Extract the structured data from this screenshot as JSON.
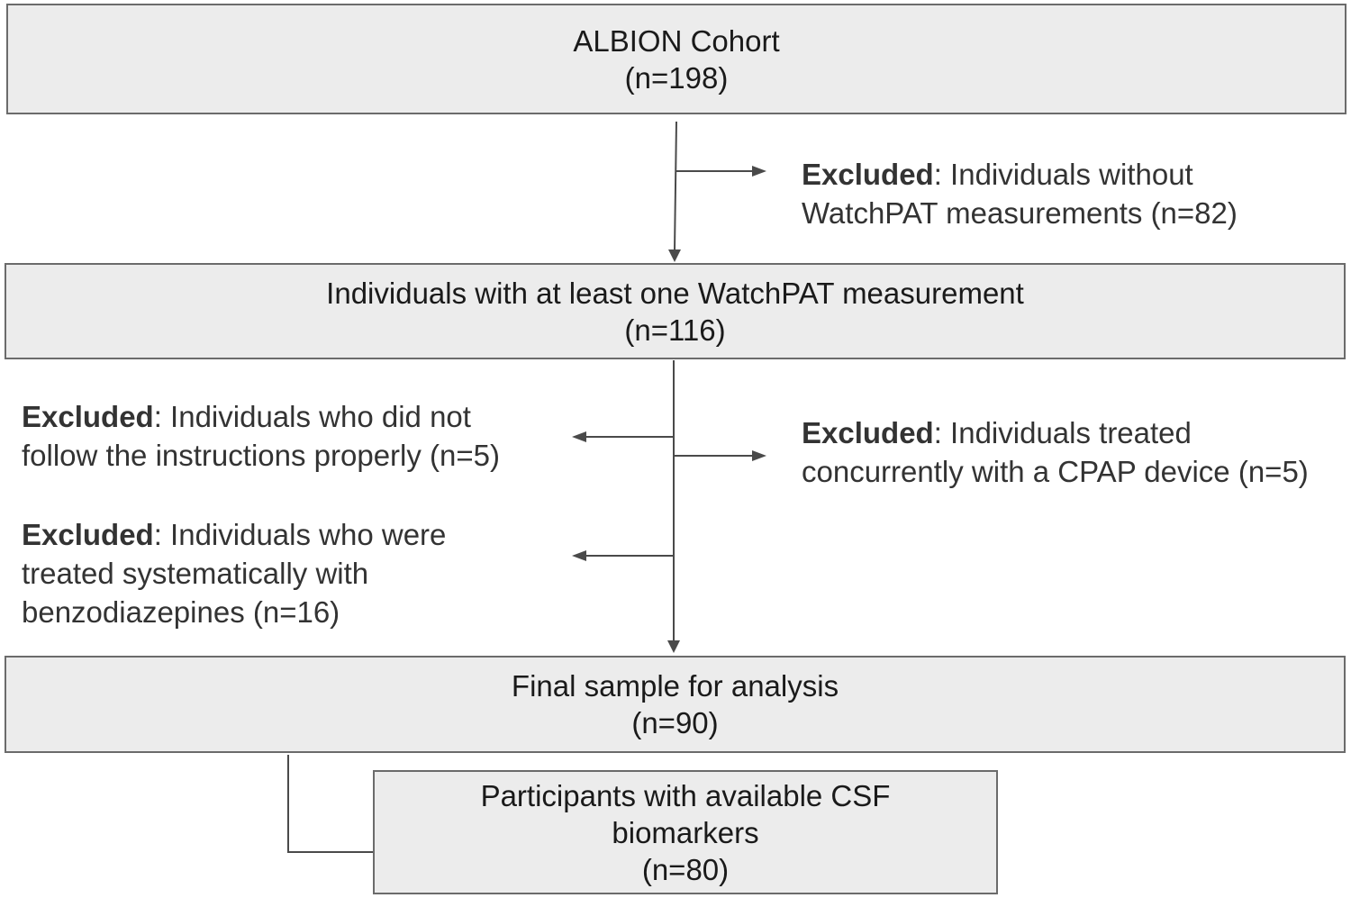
{
  "boxes": {
    "cohort": {
      "title": "ALBION Cohort",
      "count": "(n=198)"
    },
    "watchpat": {
      "title": "Individuals with at least one WatchPAT measurement",
      "count": "(n=116)"
    },
    "final": {
      "title": "Final sample for analysis",
      "count": "(n=90)"
    },
    "csf": {
      "title_line1": "Participants with available CSF",
      "title_line2": "biomarkers",
      "count": "(n=80)"
    }
  },
  "exclusions": {
    "no_watchpat": {
      "label": "Excluded",
      "line1": ": Individuals without",
      "line2": "WatchPAT measurements (n=82)"
    },
    "instructions": {
      "label": "Excluded",
      "line1": ": Individuals who did not",
      "line2": "follow the instructions properly (n=5)"
    },
    "cpap": {
      "label": "Excluded",
      "line1": ": Individuals treated",
      "line2": "concurrently with a CPAP device (n=5)"
    },
    "benzo": {
      "label": "Excluded",
      "line1": ": Individuals who were",
      "line2": "treated systematically with",
      "line3": "benzodiazepines (n=16)"
    }
  },
  "colors": {
    "box_fill": "#ececec",
    "box_border": "#6b6b6b",
    "line": "#4a4a4a"
  }
}
